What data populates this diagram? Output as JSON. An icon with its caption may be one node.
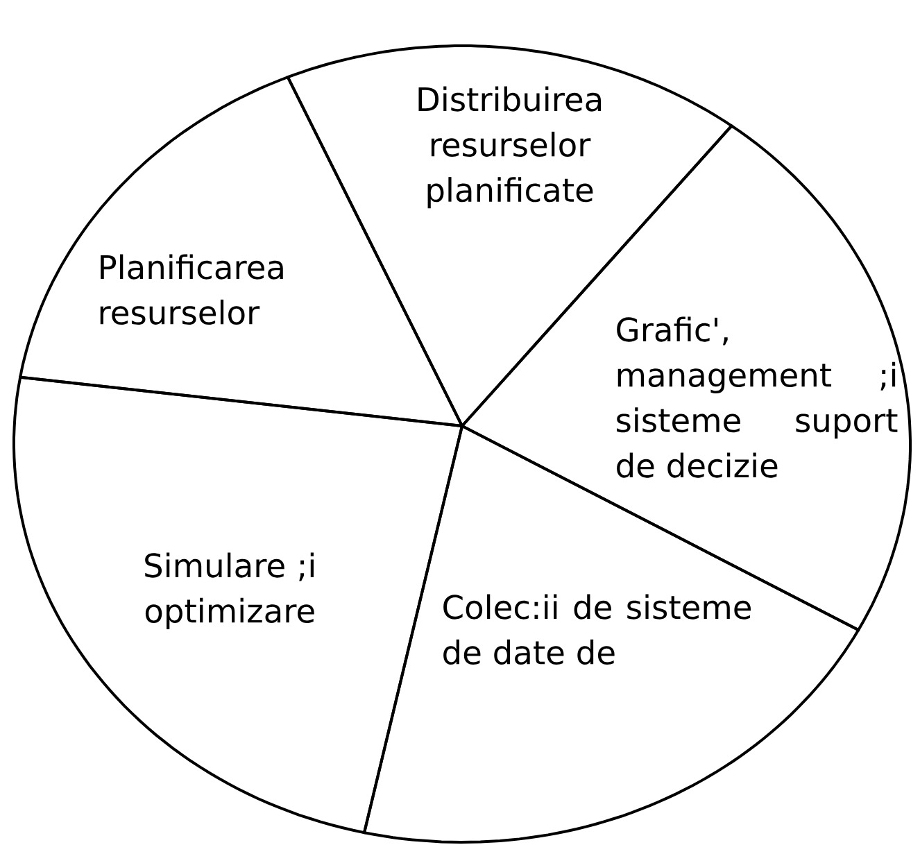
{
  "diagram": {
    "nodes": [
      {
        "text": [
          "Distribuirea resurselor planificate"
        ]
      },
      {
        "text": [
          "Grafic', management ;i sisteme suport de decizie"
        ]
      },
      {
        "text": [
          "Colec:ii de sisteme de date de"
        ]
      },
      {
        "text": [
          "Simulare ;i optimizare"
        ]
      },
      {
        "text": [
          "Planificarea resurselor"
        ]
      }
    ]
  }
}
